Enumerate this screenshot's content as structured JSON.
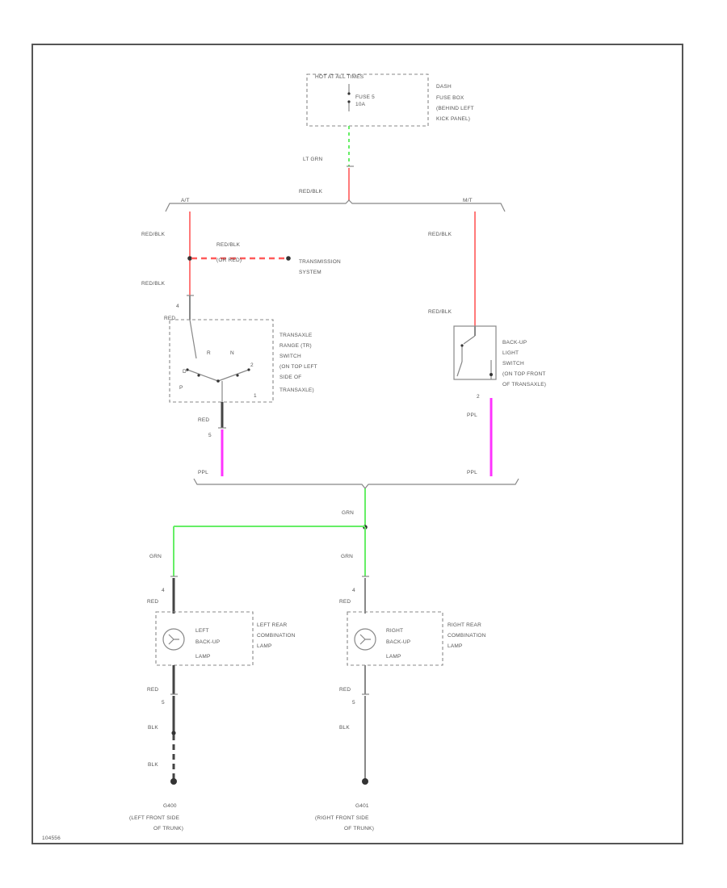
{
  "labels": {
    "fuse_header": "HOT AT ALL TIMES",
    "fuse_name": "FUSE 5",
    "fuse_rating": "10A",
    "fuse_box_line1": "DASH",
    "fuse_box_line2": "FUSE BOX",
    "fuse_box_line3": "(BEHIND LEFT",
    "fuse_box_line4": "KICK PANEL)",
    "wire_lt_grn": "LT GRN",
    "wire_red_blk_top": "RED/BLK",
    "branch_at": "A/T",
    "branch_mt": "M/T",
    "wire_red_blk_left1": "RED/BLK",
    "wire_red_blk_split1": "RED/BLK",
    "wire_red_blk_split2": "(OR RED)",
    "to_transmission_line1": "TRANSMISSION",
    "to_transmission_line2": "SYSTEM",
    "wire_red_blk_left2": "RED/BLK",
    "pin_trs_top": "4",
    "wire_red_trs_top": "RED",
    "trs_line1": "TRANSAXLE",
    "trs_line2": "RANGE (TR)",
    "trs_line3": "SWITCH",
    "trs_line4": "(ON TOP LEFT",
    "trs_line5": "SIDE OF",
    "trs_line6": "TRANSAXLE)",
    "trs_pos_r": "R",
    "trs_pos_p": "P",
    "trs_pos_n": "N",
    "trs_pos_d": "D",
    "trs_pos_2": "2",
    "trs_pos_1": "1",
    "wire_red_trs_bottom": "RED",
    "pin_trs_bottom": "5",
    "wire_ppl_left": "PPL",
    "wire_red_blk_right1": "RED/BLK",
    "wire_red_blk_right2": "RED/BLK",
    "bus_line1": "BACK-UP",
    "bus_line2": "LIGHT",
    "bus_line3": "SWITCH",
    "bus_line4": "(ON TOP FRONT",
    "bus_line5": "OF TRANSAXLE)",
    "pin_bus": "2",
    "wire_ppl_right1": "PPL",
    "wire_ppl_right2": "PPL",
    "wire_grn_center": "GRN",
    "wire_grn_left": "GRN",
    "wire_grn_right": "GRN",
    "pin_left_top": "4",
    "wire_red_lamp_left_top": "RED",
    "lamp_left_line1": "LEFT",
    "lamp_left_line2": "BACK-UP",
    "lamp_left_line3": "LAMP",
    "combo_left_line1": "LEFT REAR",
    "combo_left_line2": "COMBINATION",
    "combo_left_line3": "LAMP",
    "wire_red_lamp_left_bottom": "RED",
    "pin_left_bottom": "5",
    "wire_blk_left1": "BLK",
    "wire_blk_left2": "BLK",
    "pin_right_top": "4",
    "wire_red_lamp_right_top": "RED",
    "lamp_right_line1": "RIGHT",
    "lamp_right_line2": "BACK-UP",
    "lamp_right_line3": "LAMP",
    "combo_right_line1": "RIGHT REAR",
    "combo_right_line2": "COMBINATION",
    "combo_right_line3": "LAMP",
    "wire_red_lamp_right_bottom": "RED",
    "pin_right_bottom": "5",
    "wire_blk_right": "BLK",
    "ground_left_id": "G400",
    "ground_left_line1": "(LEFT FRONT SIDE",
    "ground_left_line2": "OF TRUNK)",
    "ground_right_id": "G401",
    "ground_right_line1": "(RIGHT FRONT SIDE",
    "ground_right_line2": "OF TRUNK)",
    "diagram_code": "104556"
  },
  "colors": {
    "red_blk": "#ff7a7a",
    "lt_grn": "#66ee66",
    "grn": "#66ee66",
    "ppl": "#ff33ff",
    "blk": "#444444"
  }
}
